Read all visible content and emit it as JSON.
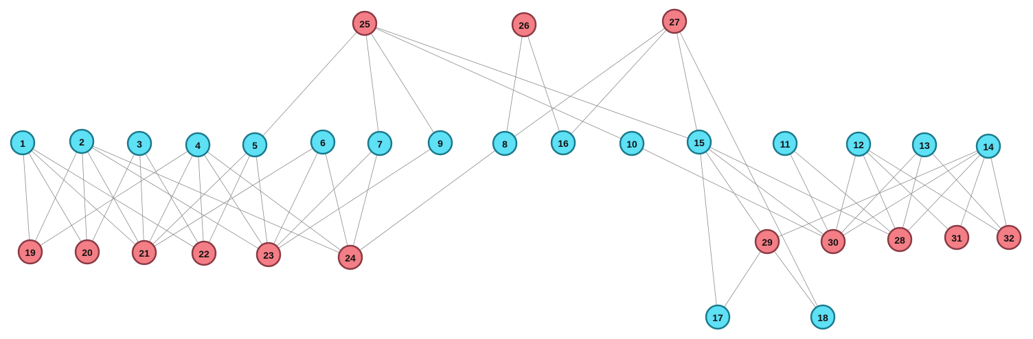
{
  "graph": {
    "colors": {
      "cyan_fill": "#5ee0f5",
      "cyan_stroke": "#1a7a8c",
      "pink_fill": "#f47e86",
      "pink_stroke": "#8a3a44",
      "edge": "#8c8c8c"
    },
    "nodes": [
      {
        "id": "1",
        "group": "cyan"
      },
      {
        "id": "2",
        "group": "cyan"
      },
      {
        "id": "3",
        "group": "cyan"
      },
      {
        "id": "4",
        "group": "cyan"
      },
      {
        "id": "5",
        "group": "cyan"
      },
      {
        "id": "6",
        "group": "cyan"
      },
      {
        "id": "7",
        "group": "cyan"
      },
      {
        "id": "8",
        "group": "cyan"
      },
      {
        "id": "9",
        "group": "cyan"
      },
      {
        "id": "10",
        "group": "cyan"
      },
      {
        "id": "11",
        "group": "cyan"
      },
      {
        "id": "12",
        "group": "cyan"
      },
      {
        "id": "13",
        "group": "cyan"
      },
      {
        "id": "14",
        "group": "cyan"
      },
      {
        "id": "15",
        "group": "cyan"
      },
      {
        "id": "16",
        "group": "cyan"
      },
      {
        "id": "17",
        "group": "cyan"
      },
      {
        "id": "18",
        "group": "cyan"
      },
      {
        "id": "19",
        "group": "pink"
      },
      {
        "id": "20",
        "group": "pink"
      },
      {
        "id": "21",
        "group": "pink"
      },
      {
        "id": "22",
        "group": "pink"
      },
      {
        "id": "23",
        "group": "pink"
      },
      {
        "id": "24",
        "group": "pink"
      },
      {
        "id": "25",
        "group": "pink"
      },
      {
        "id": "26",
        "group": "pink"
      },
      {
        "id": "27",
        "group": "pink"
      },
      {
        "id": "28",
        "group": "pink"
      },
      {
        "id": "29",
        "group": "pink"
      },
      {
        "id": "30",
        "group": "pink"
      },
      {
        "id": "31",
        "group": "pink"
      },
      {
        "id": "32",
        "group": "pink"
      }
    ],
    "edges": [
      [
        "1",
        "19"
      ],
      [
        "1",
        "20"
      ],
      [
        "1",
        "21"
      ],
      [
        "1",
        "22"
      ],
      [
        "2",
        "19"
      ],
      [
        "2",
        "20"
      ],
      [
        "2",
        "21"
      ],
      [
        "2",
        "23"
      ],
      [
        "2",
        "24"
      ],
      [
        "3",
        "20"
      ],
      [
        "3",
        "21"
      ],
      [
        "3",
        "22"
      ],
      [
        "4",
        "19"
      ],
      [
        "4",
        "21"
      ],
      [
        "4",
        "22"
      ],
      [
        "4",
        "23"
      ],
      [
        "4",
        "24"
      ],
      [
        "5",
        "21"
      ],
      [
        "5",
        "22"
      ],
      [
        "5",
        "23"
      ],
      [
        "5",
        "25"
      ],
      [
        "6",
        "21"
      ],
      [
        "6",
        "23"
      ],
      [
        "6",
        "24"
      ],
      [
        "7",
        "23"
      ],
      [
        "7",
        "24"
      ],
      [
        "7",
        "25"
      ],
      [
        "9",
        "23"
      ],
      [
        "9",
        "25"
      ],
      [
        "8",
        "24"
      ],
      [
        "8",
        "26"
      ],
      [
        "8",
        "27"
      ],
      [
        "16",
        "26"
      ],
      [
        "16",
        "27"
      ],
      [
        "10",
        "25"
      ],
      [
        "10",
        "30"
      ],
      [
        "15",
        "25"
      ],
      [
        "15",
        "27"
      ],
      [
        "15",
        "29"
      ],
      [
        "15",
        "30"
      ],
      [
        "15",
        "28"
      ],
      [
        "15",
        "17"
      ],
      [
        "11",
        "30"
      ],
      [
        "11",
        "28"
      ],
      [
        "12",
        "30"
      ],
      [
        "12",
        "28"
      ],
      [
        "12",
        "31"
      ],
      [
        "12",
        "32"
      ],
      [
        "13",
        "30"
      ],
      [
        "13",
        "28"
      ],
      [
        "13",
        "32"
      ],
      [
        "14",
        "29"
      ],
      [
        "14",
        "30"
      ],
      [
        "14",
        "28"
      ],
      [
        "14",
        "31"
      ],
      [
        "14",
        "32"
      ],
      [
        "29",
        "17"
      ],
      [
        "29",
        "18"
      ],
      [
        "27",
        "18"
      ]
    ]
  }
}
